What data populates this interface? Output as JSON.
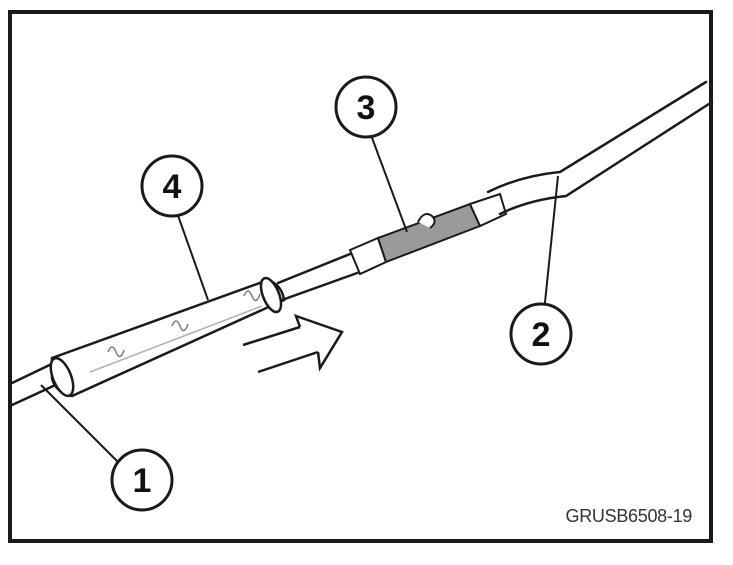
{
  "callouts": [
    {
      "id": "callout-1",
      "label": "1"
    },
    {
      "id": "callout-2",
      "label": "2"
    },
    {
      "id": "callout-3",
      "label": "3"
    },
    {
      "id": "callout-4",
      "label": "4"
    }
  ],
  "figure_code": "GRUSB6508-19",
  "colors": {
    "line": "#1a1a1a",
    "frame": "#1a1a1a",
    "shade": "#9a9a9a"
  }
}
